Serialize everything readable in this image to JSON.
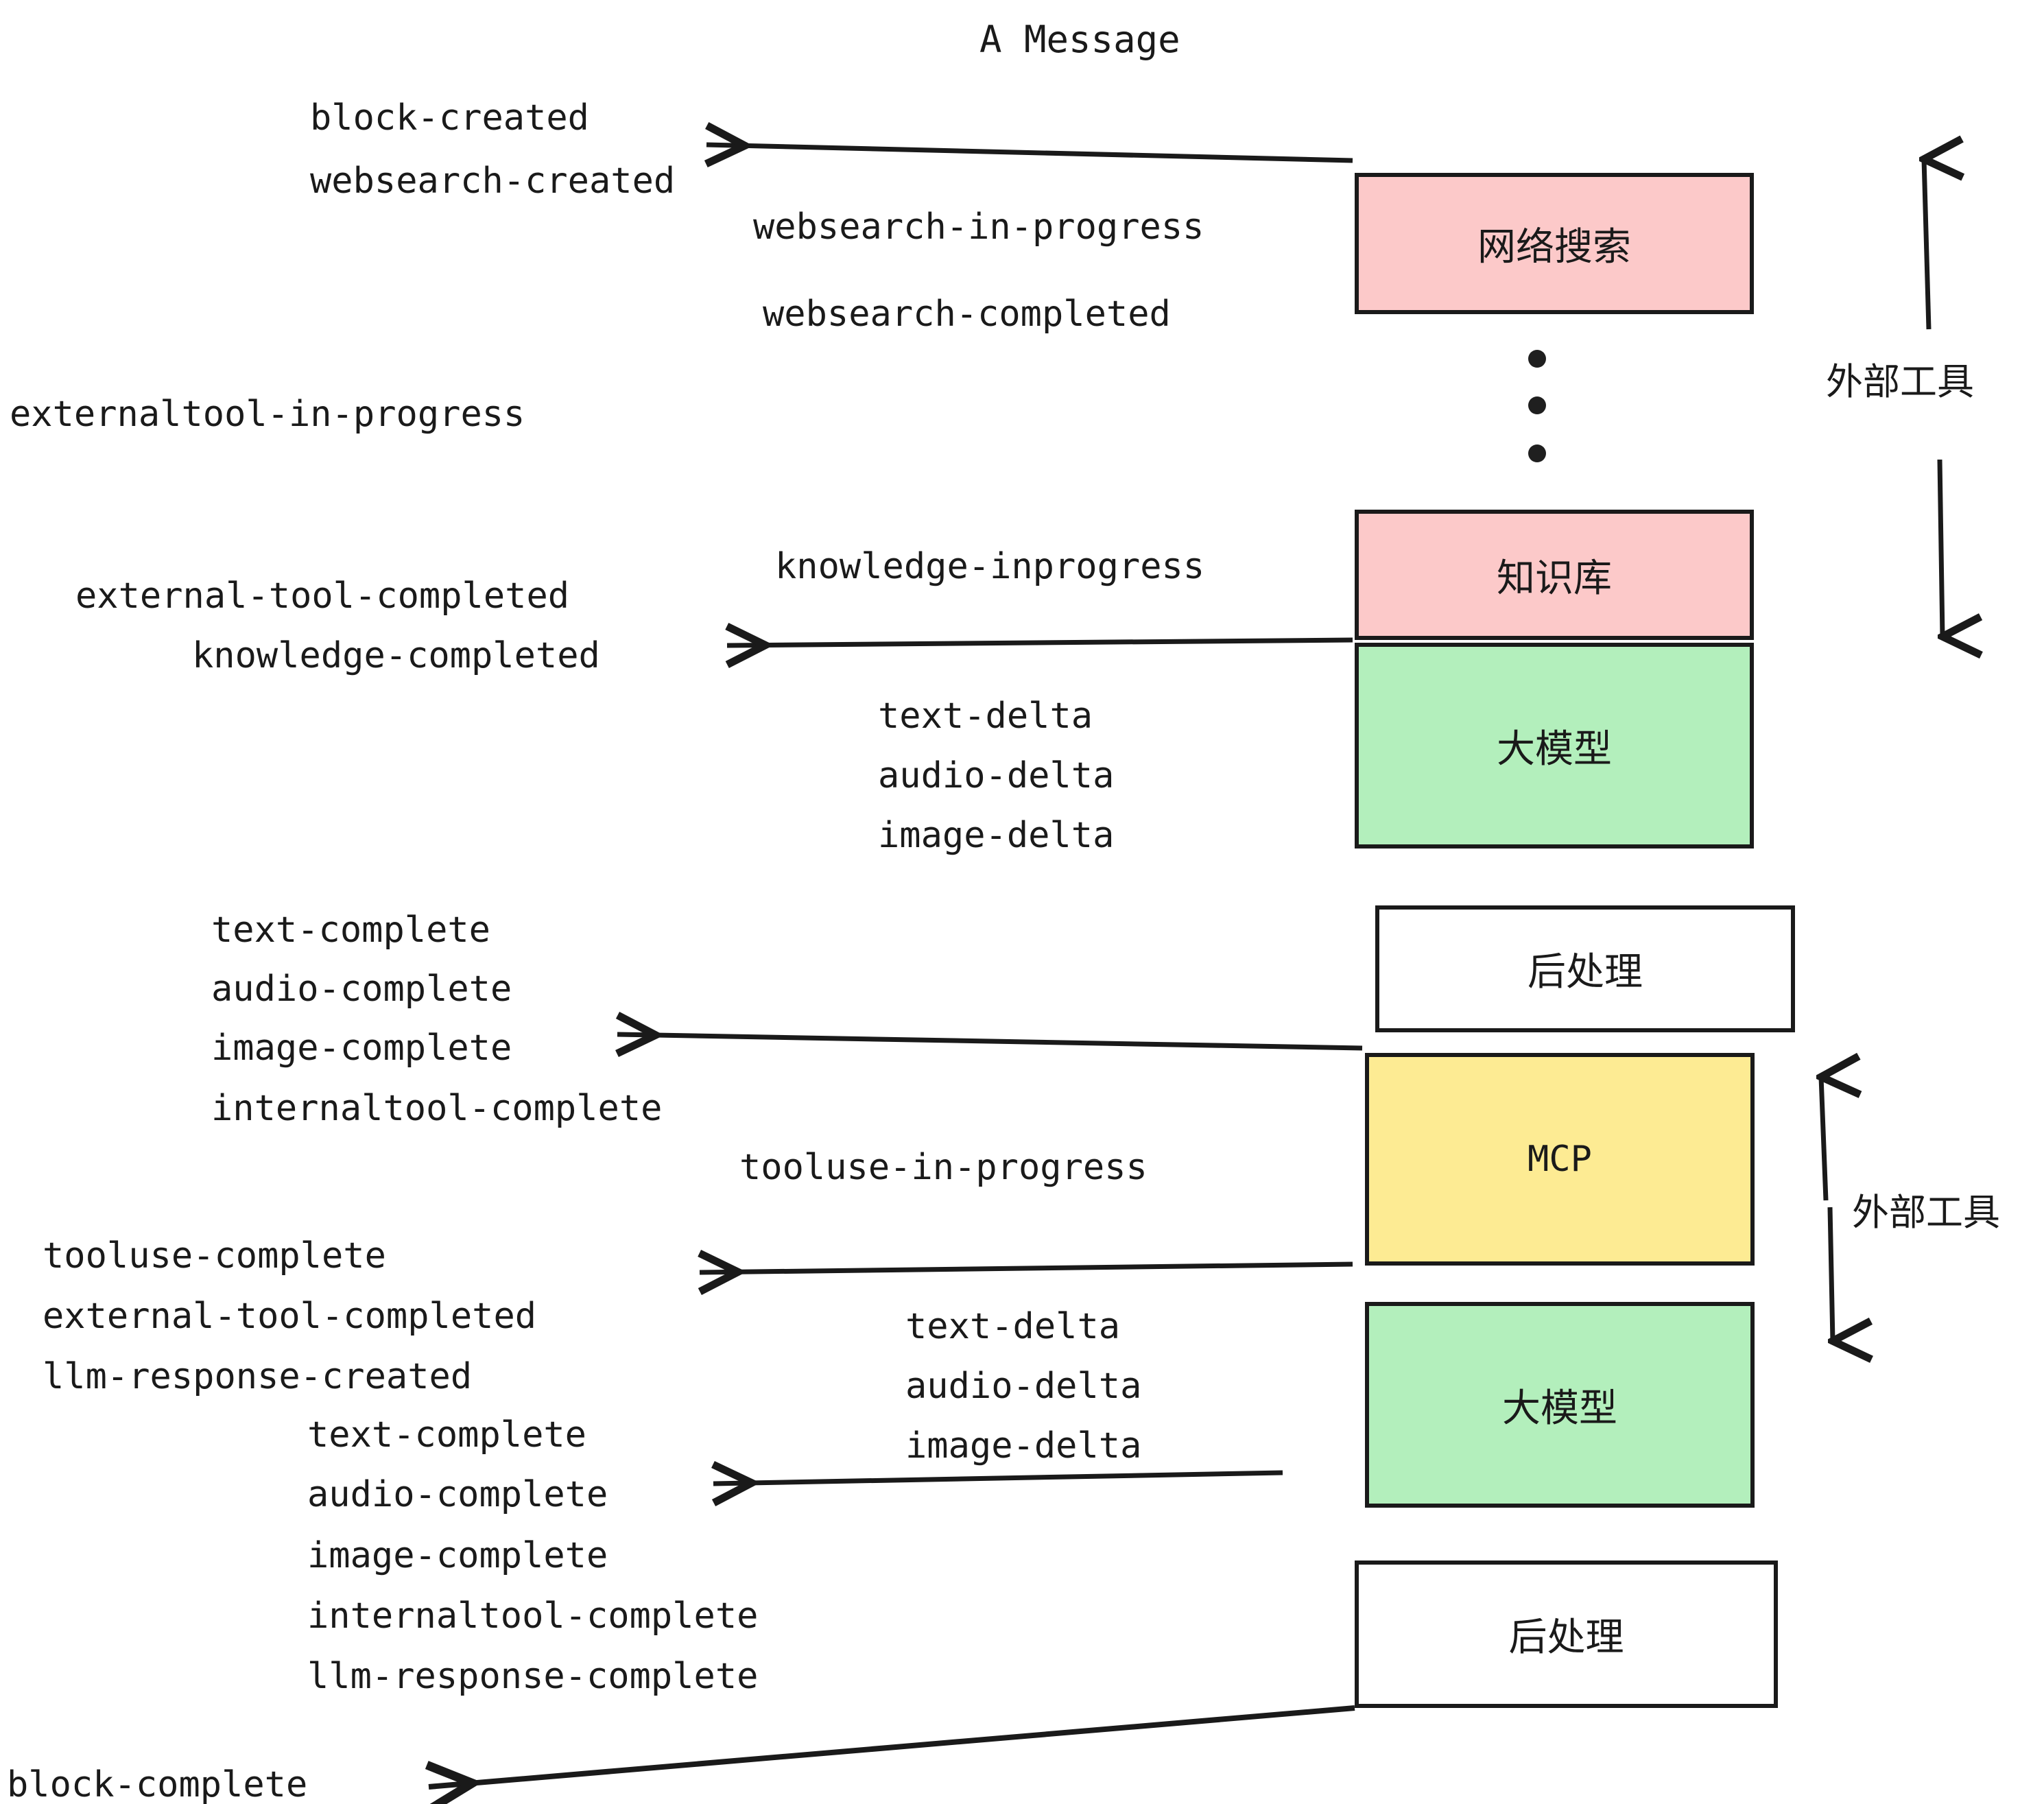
{
  "diagram": {
    "title": "A Message",
    "colors": {
      "pink": "#FCC9C9",
      "green": "#B3EFBC",
      "yellow": "#FDEB93",
      "white": "#FFFFFF",
      "stroke": "#1a1a1a"
    }
  },
  "nodes": [
    {
      "label": "网络搜索",
      "fill": "#FCC9C9"
    },
    {
      "label": "知识库",
      "fill": "#FCC9C9"
    },
    {
      "label": "大模型",
      "fill": "#B3EFBC"
    },
    {
      "label": "后处理",
      "fill": "#FFFFFF"
    },
    {
      "label": "MCP",
      "fill": "#FDEB93"
    },
    {
      "label": "大模型",
      "fill": "#B3EFBC"
    },
    {
      "label": "后处理",
      "fill": "#FFFFFF"
    }
  ],
  "group_labels": [
    {
      "label": "外部工具"
    },
    {
      "label": "外部工具"
    }
  ],
  "events": [
    {
      "text": "block-created"
    },
    {
      "text": "websearch-created"
    },
    {
      "text": "websearch-in-progress"
    },
    {
      "text": "websearch-completed"
    },
    {
      "text": "externaltool-in-progress"
    },
    {
      "text": "knowledge-inprogress"
    },
    {
      "text": "external-tool-completed"
    },
    {
      "text": "knowledge-completed"
    },
    {
      "text": "text-delta"
    },
    {
      "text": "audio-delta"
    },
    {
      "text": "image-delta"
    },
    {
      "text": "text-complete"
    },
    {
      "text": "audio-complete"
    },
    {
      "text": "image-complete"
    },
    {
      "text": "internaltool-complete"
    },
    {
      "text": "tooluse-in-progress"
    },
    {
      "text": "tooluse-complete"
    },
    {
      "text": "external-tool-completed"
    },
    {
      "text": "llm-response-created"
    },
    {
      "text": "text-complete"
    },
    {
      "text": "audio-delta"
    },
    {
      "text": "image-delta"
    },
    {
      "text": "text-delta"
    },
    {
      "text": "audio-complete"
    },
    {
      "text": "image-complete"
    },
    {
      "text": "internaltool-complete"
    },
    {
      "text": "llm-response-complete"
    },
    {
      "text": "block-complete"
    }
  ]
}
